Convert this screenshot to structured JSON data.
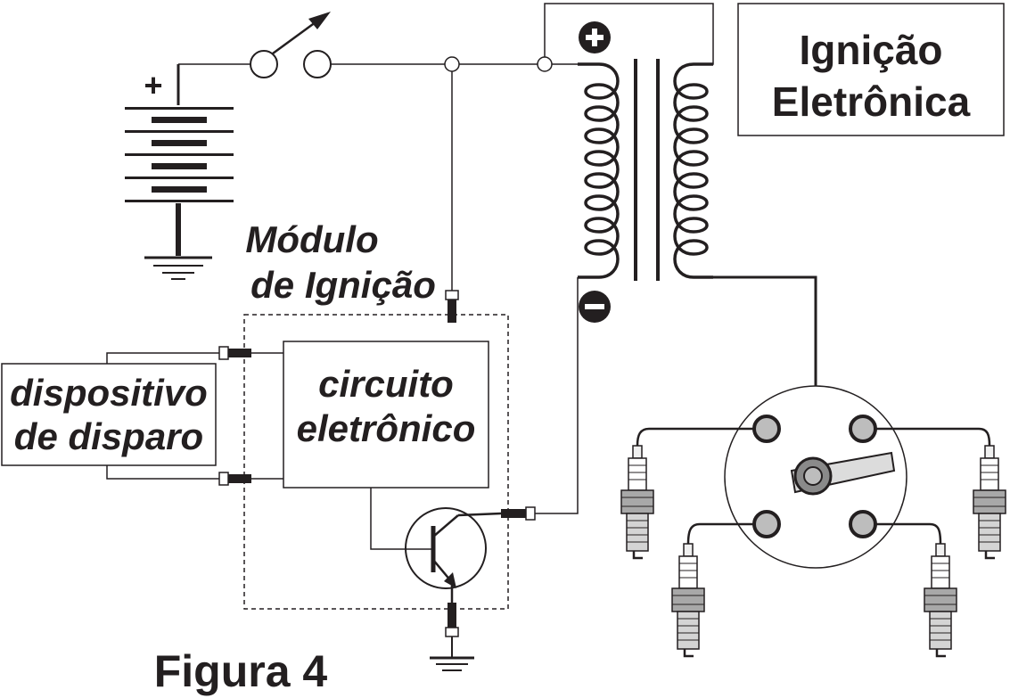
{
  "title": "Ignição Eletrônica",
  "title_lines": [
    "Ignição",
    "Eletrônica"
  ],
  "figure_label": "Figura 4",
  "module_label": [
    "Módulo",
    "de Ignição"
  ],
  "trigger_label": [
    "dispositivo",
    "de disparo"
  ],
  "circuit_label": [
    "circuito",
    "eletrônico"
  ],
  "battery_plus": "+",
  "coil_plus": "+",
  "coil_minus": "−",
  "colors": {
    "ink": "#231f20",
    "grey": "#bdbdbd",
    "light": "#dcdcdc",
    "background": "#ffffff"
  }
}
